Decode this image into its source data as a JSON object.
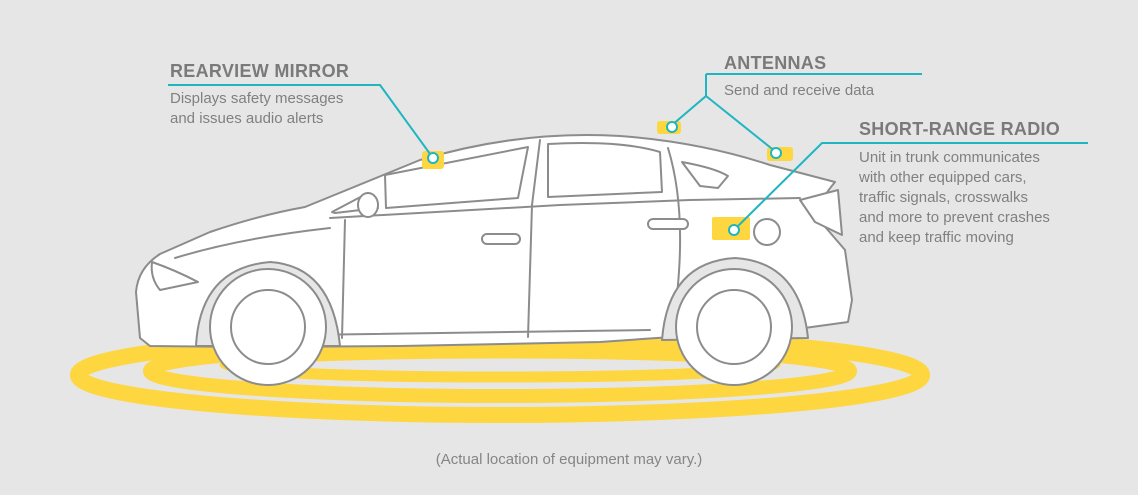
{
  "colors": {
    "background": "#e6e6e6",
    "accent_teal": "#1fb6c1",
    "accent_yellow": "#fdd640",
    "car_outline": "#8c8c8c",
    "car_fill": "#ffffff",
    "text": "#7a7a7a"
  },
  "callouts": {
    "rearview": {
      "title": "REARVIEW MIRROR",
      "lines": [
        "Displays safety messages",
        "and issues audio alerts"
      ]
    },
    "antennas": {
      "title": "ANTENNAS",
      "lines": [
        "Send and receive data"
      ]
    },
    "radio": {
      "title": "SHORT-RANGE RADIO",
      "lines": [
        "Unit in trunk communicates",
        "with other equipped cars,",
        "traffic signals, crosswalks",
        "and more to prevent crashes",
        "and keep traffic moving"
      ]
    }
  },
  "caption": "(Actual location of equipment may vary.)"
}
